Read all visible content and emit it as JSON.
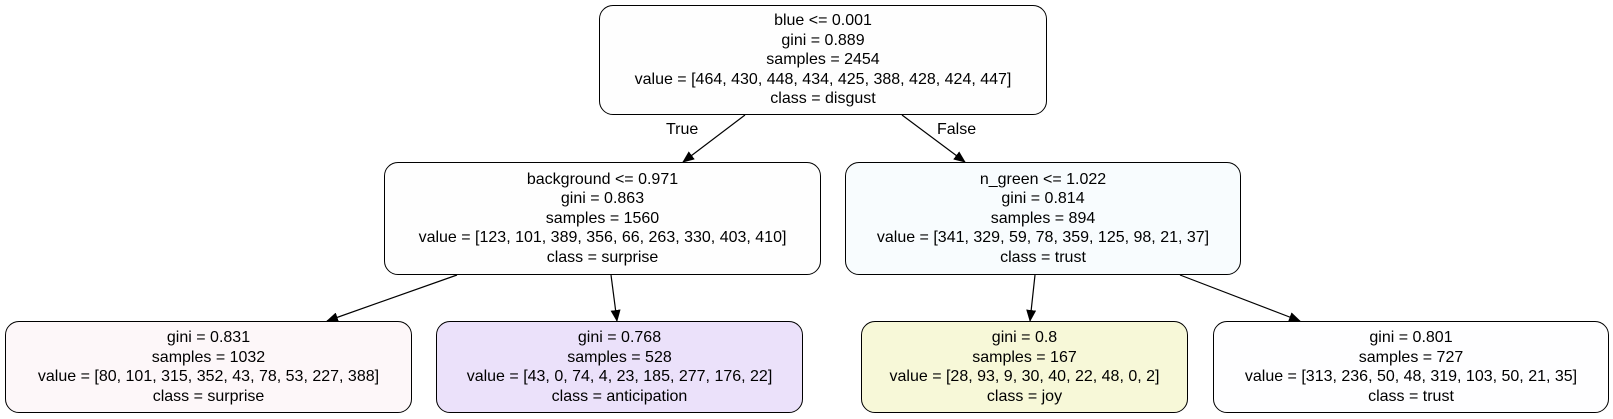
{
  "nodes": {
    "root": {
      "split": "blue <= 0.001",
      "gini": "gini = 0.889",
      "samples": "samples = 2454",
      "value": "value = [464, 430, 448, 434, 425, 388, 428, 424, 447]",
      "class": "class = disgust",
      "fill": "#fefefe"
    },
    "left": {
      "split": "background <= 0.971",
      "gini": "gini = 0.863",
      "samples": "samples = 1560",
      "value": "value = [123, 101, 389, 356, 66, 263, 330, 403, 410]",
      "class": "class = surprise",
      "fill": "#fefefe"
    },
    "right": {
      "split": "n_green <= 1.022",
      "gini": "gini = 0.814",
      "samples": "samples = 894",
      "value": "value = [341, 329, 59, 78, 359, 125, 98, 21, 37]",
      "class": "class = trust",
      "fill": "#f8fcfe"
    },
    "ll": {
      "gini": "gini = 0.831",
      "samples": "samples = 1032",
      "value": "value = [80, 101, 315, 352, 43, 78, 53, 227, 388]",
      "class": "class = surprise",
      "fill": "#fdf7f9"
    },
    "lr": {
      "gini": "gini = 0.768",
      "samples": "samples = 528",
      "value": "value = [43, 0, 74, 4, 23, 185, 277, 176, 22]",
      "class": "class = anticipation",
      "fill": "#ebe1fa"
    },
    "rl": {
      "gini": "gini = 0.8",
      "samples": "samples = 167",
      "value": "value = [28, 93, 9, 30, 40, 22, 48, 0, 2]",
      "class": "class = joy",
      "fill": "#f7f8d8"
    },
    "rr": {
      "gini": "gini = 0.801",
      "samples": "samples = 727",
      "value": "value = [313, 236, 50, 48, 319, 103, 50, 21, 35]",
      "class": "class = trust",
      "fill": "#fefeff"
    }
  },
  "edge_labels": {
    "true": "True",
    "false": "False"
  }
}
